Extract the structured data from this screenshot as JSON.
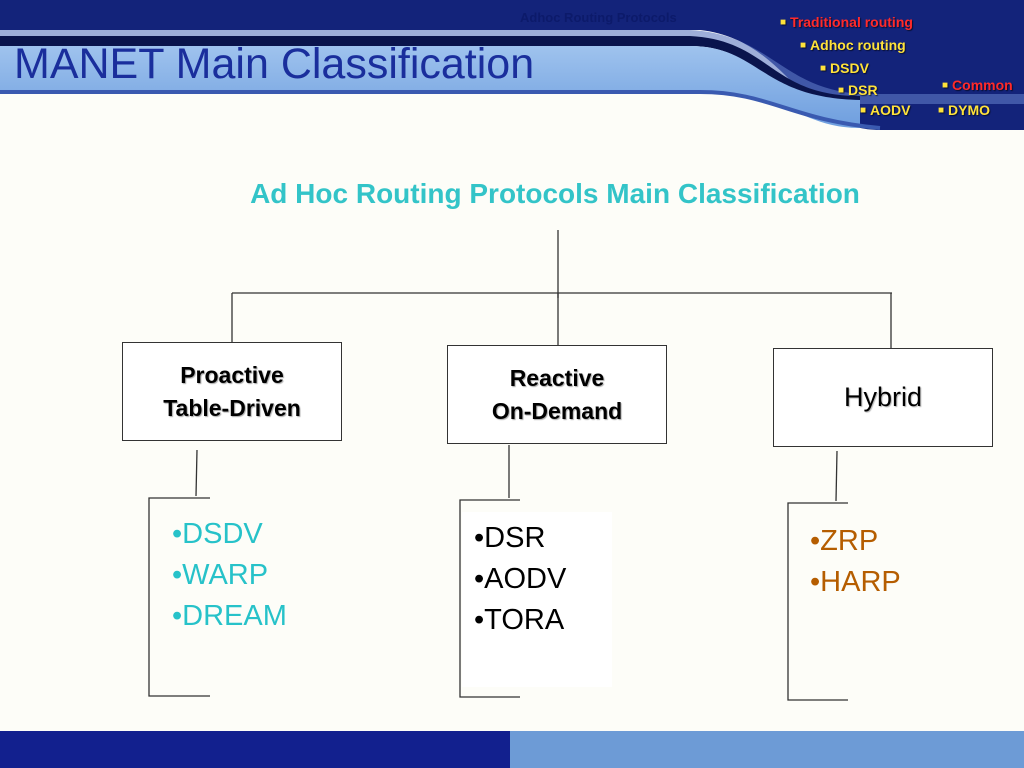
{
  "slide": {
    "title": "MANET Main Classification",
    "nav": {
      "traditional": "Traditional routing",
      "adhoc": "Adhoc routing",
      "dsdv": "DSDV",
      "dsr": "DSR",
      "aodv": "AODV",
      "common": "Common",
      "dymo": "DYMO"
    },
    "footer": "Adhoc Routing Protocols"
  },
  "diagram": {
    "title": "Ad Hoc Routing Protocols Main Classification",
    "proactive": {
      "line1": "Proactive",
      "line2": "Table-Driven",
      "items": [
        "DSDV",
        "WARP",
        "DREAM"
      ]
    },
    "reactive": {
      "line1": "Reactive",
      "line2": "On-Demand",
      "items": [
        "DSR",
        "AODV",
        "TORA"
      ]
    },
    "hybrid": {
      "label": "Hybrid",
      "items": [
        "ZRP",
        "HARP"
      ]
    }
  },
  "colors": {
    "title": "#1a2e9c",
    "diagram_title": "#33c4c8",
    "proactive_items": "#27c2c9",
    "hybrid_items": "#b55d00",
    "nav_red": "#ff2a2a",
    "nav_yellow": "#ffe23a"
  }
}
